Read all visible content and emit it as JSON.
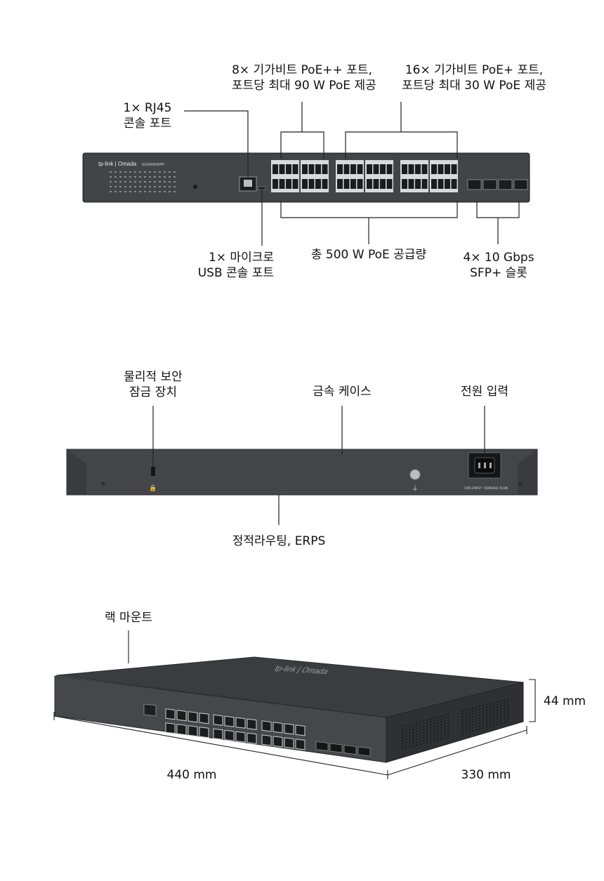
{
  "front": {
    "label_poe_pp": [
      "8× 기가비트 PoE++ 포트,",
      "포트당 최대 90 W PoE 제공"
    ],
    "label_poe_p": [
      "16× 기가비트 PoE+ 포트,",
      "포트당 최대 30 W PoE 제공"
    ],
    "label_rj45": [
      "1× RJ45",
      "콘솔 포트"
    ],
    "label_usb": [
      "1× 마이크로",
      "USB 콘솔 포트"
    ],
    "label_budget": "총 500 W PoE 공급량",
    "label_sfp": [
      "4× 10 Gbps",
      "SFP+ 슬롯"
    ],
    "brand_text": "tp-link | Omada",
    "model_text": "SG3428XMPP"
  },
  "rear": {
    "label_lock": [
      "물리적 보안",
      "잠금 장치"
    ],
    "label_case": "금속 케이스",
    "label_power": "전원 입력",
    "label_routing": "정적라우팅, ERPS",
    "power_rating": "100-240V~ 50/60Hz 8.0A"
  },
  "angled": {
    "label_rack": "랙 마운트",
    "dim_width": "440 mm",
    "dim_depth": "330 mm",
    "dim_height": "44 mm",
    "top_logo": "tp-link | Omada"
  }
}
